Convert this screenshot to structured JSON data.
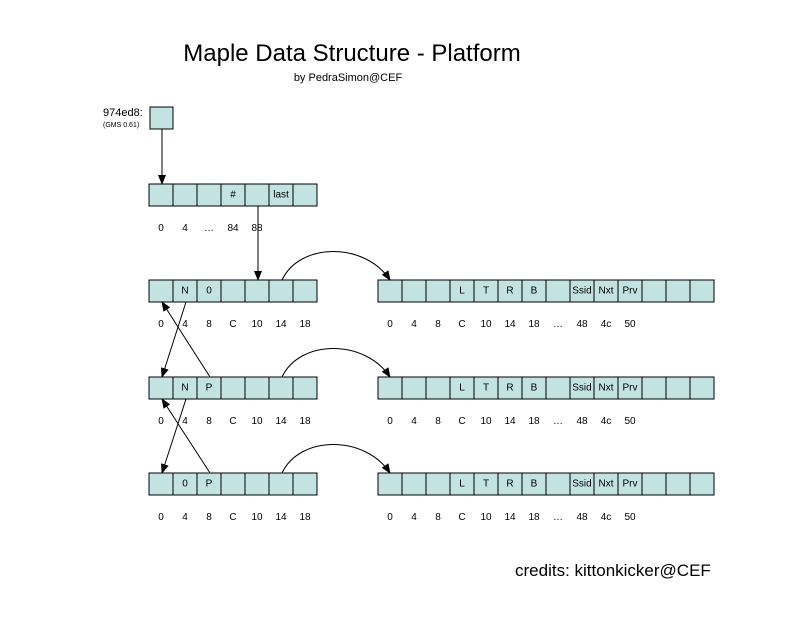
{
  "title": "Maple Data Structure - Platform",
  "subtitle": "by PedraSimon@CEF",
  "address": {
    "label": "974ed8:",
    "note": "(GMS 0.61)"
  },
  "credits": "credits: kittonkicker@CEF",
  "root_struct": {
    "cells": [
      "",
      "",
      "",
      "#",
      "",
      "last",
      ""
    ],
    "offsets": [
      "0",
      "4",
      "…",
      "84",
      "88"
    ]
  },
  "left_structs": [
    {
      "cells": [
        "",
        "N",
        "0",
        "",
        "",
        "",
        ""
      ],
      "offsets": [
        "0",
        "4",
        "8",
        "C",
        "10",
        "14",
        "18"
      ]
    },
    {
      "cells": [
        "",
        "N",
        "P",
        "",
        "",
        "",
        ""
      ],
      "offsets": [
        "0",
        "4",
        "8",
        "C",
        "10",
        "14",
        "18"
      ]
    },
    {
      "cells": [
        "",
        "0",
        "P",
        "",
        "",
        "",
        ""
      ],
      "offsets": [
        "0",
        "4",
        "8",
        "C",
        "10",
        "14",
        "18"
      ]
    }
  ],
  "right_struct": {
    "cells": [
      "",
      "",
      "",
      "L",
      "T",
      "R",
      "B",
      "",
      "Ssid",
      "Nxt",
      "Prv",
      "",
      "",
      ""
    ],
    "offsets": [
      "0",
      "4",
      "8",
      "C",
      "10",
      "14",
      "18",
      "…",
      "48",
      "4c",
      "50"
    ]
  },
  "colors": {
    "cell_fill": "#c3e3e3",
    "line": "#000000"
  }
}
